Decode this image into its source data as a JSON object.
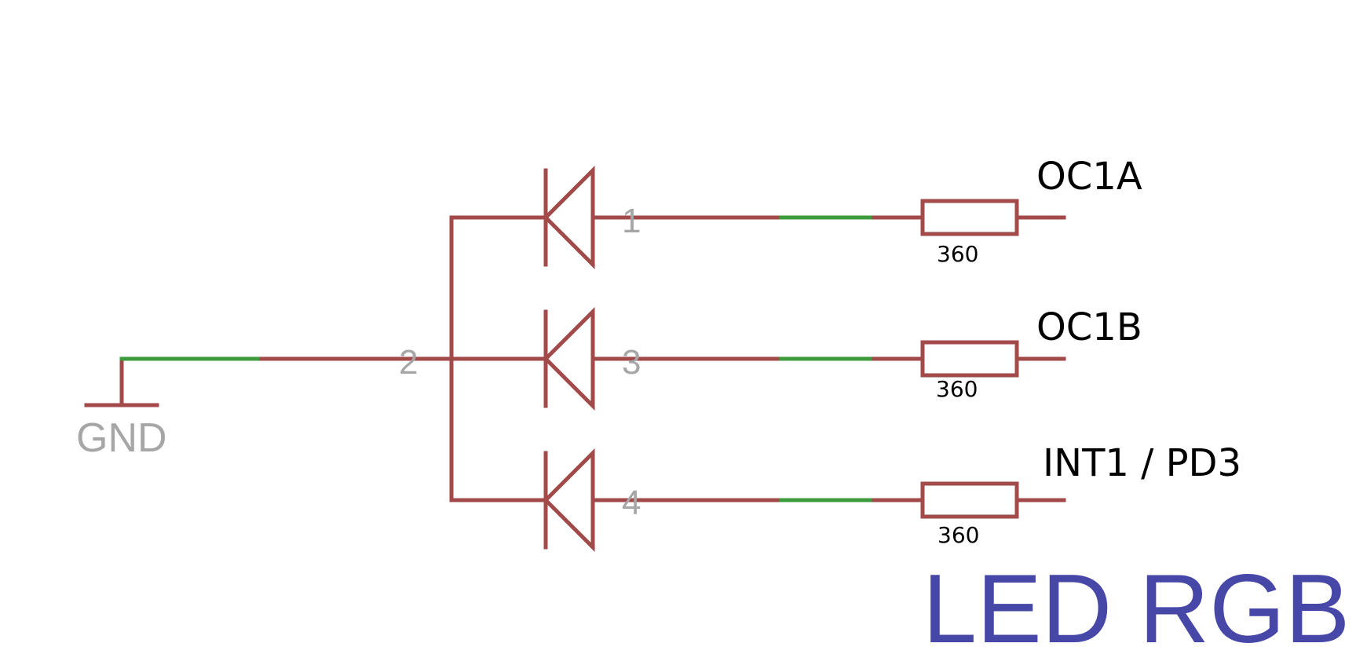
{
  "colors": {
    "wire": "#a24a4a",
    "green_wire": "#3d9b3d",
    "pin_label": "#a6a6a6",
    "title": "#4747a8"
  },
  "ground": {
    "label": "GND"
  },
  "common_pin": "2",
  "leds": [
    {
      "pin": "1",
      "resistor_value": "360",
      "net_label": "OC1A"
    },
    {
      "pin": "3",
      "resistor_value": "360",
      "net_label": "OC1B"
    },
    {
      "pin": "4",
      "resistor_value": "360",
      "net_label": "INT1 / PD3"
    }
  ],
  "title": "LED RGB"
}
